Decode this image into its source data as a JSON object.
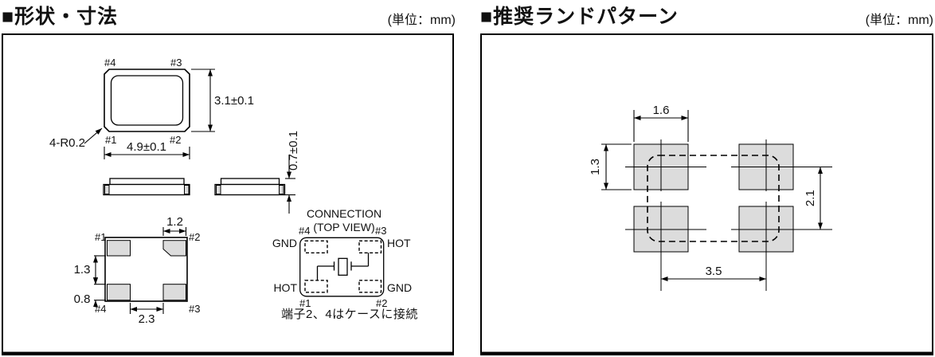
{
  "panels": {
    "left": {
      "title": "■形状・寸法",
      "unit": "(単位：mm)",
      "top_view": {
        "pin_tl": "#4",
        "pin_tr": "#3",
        "pin_bl": "#1",
        "pin_br": "#2",
        "dim_width": "4.9±0.1",
        "dim_height": "3.1±0.1",
        "corner_note": "4-R0.2"
      },
      "side_view": {
        "dim_height": "0.7±0.1"
      },
      "bottom_view": {
        "pin_tl": "#1",
        "pin_tr": "#2",
        "pin_bl": "#4",
        "pin_br": "#3",
        "dim_pad_width": "1.2",
        "dim_pad_gap": "1.3",
        "dim_pad_height": "0.8",
        "dim_inner_gap": "2.3"
      },
      "connection": {
        "title": "CONNECTION",
        "subtitle": "(TOP VIEW)",
        "pin_tl": "#4",
        "pin_tr": "#3",
        "pin_bl": "#1",
        "pin_br": "#2",
        "label_tl": "GND",
        "label_tr": "HOT",
        "label_bl": "HOT",
        "label_br": "GND",
        "note": "端子2、4はケースに接続"
      }
    },
    "right": {
      "title": "■推奨ランドパターン",
      "unit": "(単位：mm)",
      "dim_pad_width": "1.6",
      "dim_pad_height": "1.3",
      "dim_v_pitch": "2.1",
      "dim_h_pitch": "3.5"
    }
  },
  "colors": {
    "pad_fill": "#dcdcdc",
    "line": "#000000"
  }
}
